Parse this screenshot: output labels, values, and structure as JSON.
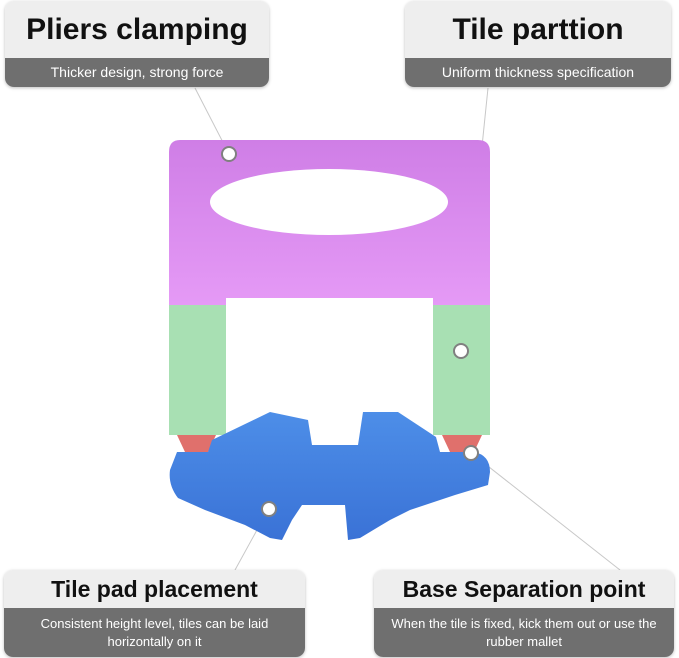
{
  "callouts": {
    "pliers": {
      "title": "Pliers clamping",
      "desc": "Thicker design, strong force"
    },
    "partition": {
      "title": "Tile parttion",
      "desc": "Uniform thickness specification"
    },
    "pad": {
      "title": "Tile pad placement",
      "desc": "Consistent height level, tiles can be laid horizontally on it"
    },
    "base": {
      "title": "Base Separation point",
      "desc": "When the tile is fixed, kick them out or use the rubber mallet"
    }
  },
  "colors": {
    "top_part": "#d98ef0",
    "side_parts": "#a8e0b3",
    "separation_point": "#e0706c",
    "base": "#4a86e0",
    "callout_header": "#eeeeee",
    "callout_body": "#6f6f6f"
  }
}
